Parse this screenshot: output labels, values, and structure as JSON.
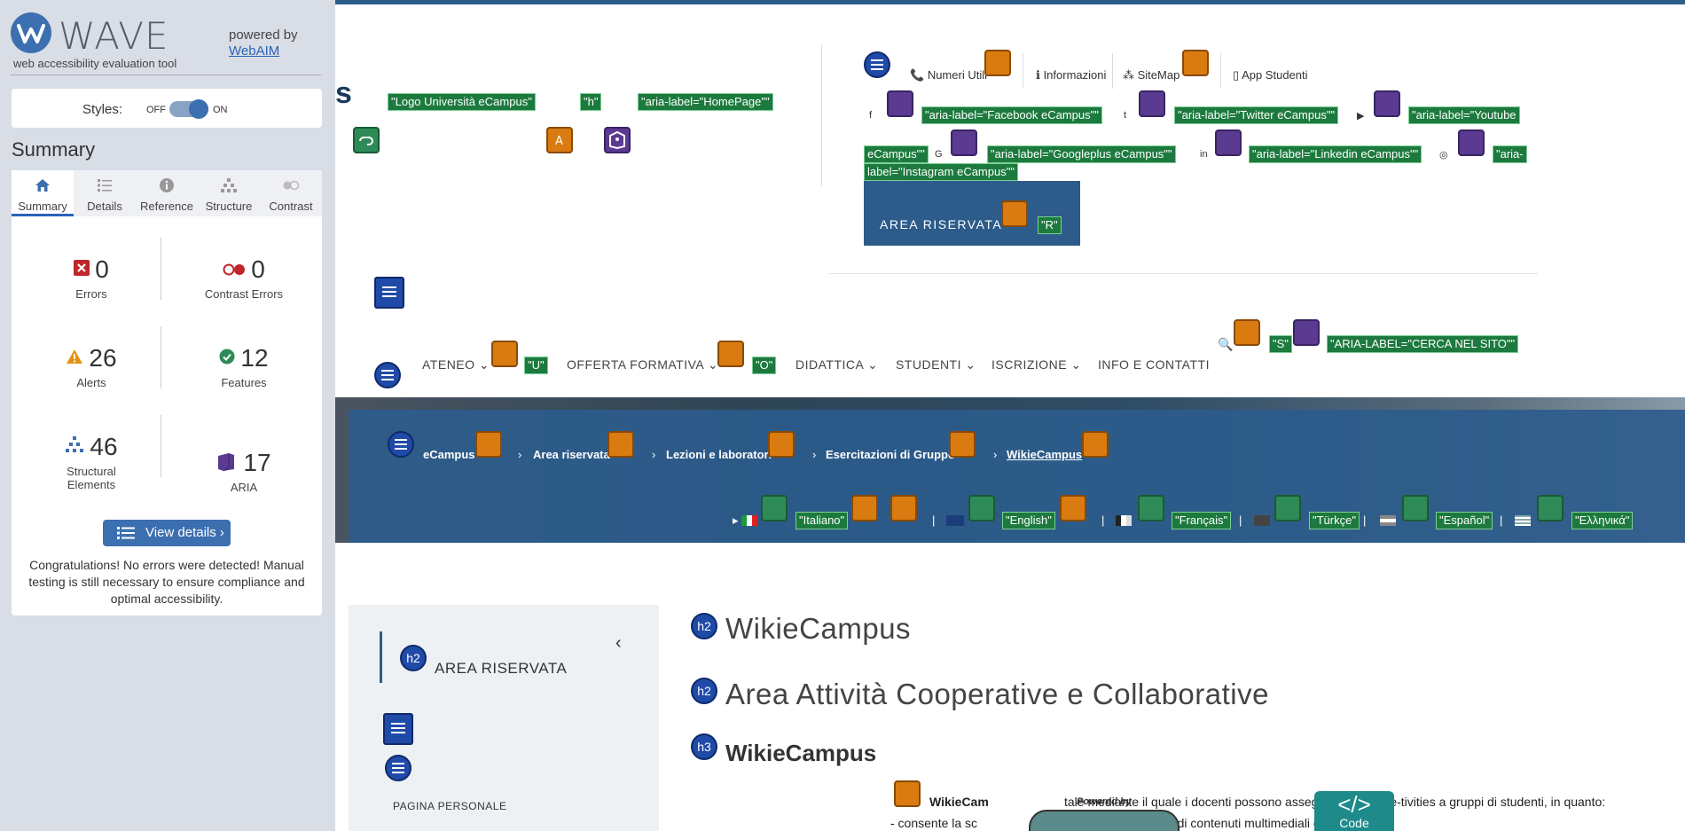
{
  "wave": {
    "brand": "WAVE",
    "subtitle": "web accessibility evaluation tool",
    "powered_by": "powered by",
    "webaim": "WebAIM",
    "styles_label": "Styles:",
    "styles_off": "OFF",
    "styles_on": "ON",
    "summary_heading": "Summary",
    "tabs": [
      {
        "label": "Summary",
        "icon": "home-icon"
      },
      {
        "label": "Details",
        "icon": "list-icon"
      },
      {
        "label": "Reference",
        "icon": "info-icon"
      },
      {
        "label": "Structure",
        "icon": "structure-icon"
      },
      {
        "label": "Contrast",
        "icon": "contrast-icon"
      }
    ],
    "stats": {
      "errors": {
        "value": "0",
        "label": "Errors"
      },
      "contrast_errors": {
        "value": "0",
        "label": "Contrast Errors"
      },
      "alerts": {
        "value": "26",
        "label": "Alerts"
      },
      "features": {
        "value": "12",
        "label": "Features"
      },
      "structural": {
        "value": "46",
        "label_1": "Structural",
        "label_2": "Elements"
      },
      "aria": {
        "value": "17",
        "label": "ARIA"
      }
    },
    "view_details": "View details ›",
    "congrats": "Congratulations! No errors were detected! Manual testing is still necessary to ensure compliance and optimal accessibility."
  },
  "page": {
    "logo_s": "s",
    "header_tags": [
      "\"Logo Università eCampus\"",
      "\"h\"",
      "\"aria-label=\"HomePage\"\""
    ],
    "top_links": [
      "Numeri Utili",
      "Informazioni",
      "SiteMap",
      "App Studenti"
    ],
    "social_tags": {
      "facebook": "\"aria-label=\"Facebook eCampus\"\"",
      "twitter": "\"aria-label=\"Twitter eCampus\"\"",
      "youtube_1": "\"aria-label=\"Youtube",
      "youtube_2": "eCampus\"\"",
      "googleplus": "\"aria-label=\"Googleplus eCampus\"\"",
      "linkedin": "\"aria-label=\"Linkedin eCampus\"\"",
      "instagram_1": "\"aria-",
      "instagram_2": "label=\"Instagram eCampus\"\""
    },
    "area_riservata_btn": "AREA RISERVATA",
    "area_tag": "\"R\"",
    "menu": [
      {
        "label": "ATENEO",
        "tag": "\"U\""
      },
      {
        "label": "OFFERTA FORMATIVA",
        "tag": "\"O\""
      },
      {
        "label": "DIDATTICA"
      },
      {
        "label": "STUDENTI"
      },
      {
        "label": "ISCRIZIONE"
      },
      {
        "label": "INFO E CONTATTI"
      }
    ],
    "search_tag_s": "\"S\"",
    "search_tag_label": "\"ARIA-LABEL=\"CERCA NEL SITO\"\"",
    "breadcrumb": [
      "eCampus",
      "Area riservata",
      "Lezioni e laboratori",
      "Esercitazioni di Gruppo",
      "WikieCampus"
    ],
    "languages": [
      "\"Italiano\"",
      "\"English\"",
      "\"Français\"",
      "\"Türkçe\"",
      "\"Español\"",
      "\"Ελληνικά\""
    ],
    "sidebar_h2": "AREA RISERVATA",
    "pagina_personale": "PAGINA PERSONALE",
    "h2_title": "WikieCampus",
    "h2_sub": "Area Attività Cooperative e Collaborative",
    "h3_title": "WikieCampus",
    "body_1_bold": "WikieCam",
    "body_1_rest": "tale mediante il quale i docenti possono assegnare diverse e-tivities a gruppi di studenti,  in quanto:",
    "body_2_a": "- consente la sc",
    "body_2_b": "iva e/o collaborativa di contenuti multimediali online;",
    "powered_by_small": "Powered by",
    "code_glyph": "</>",
    "code_label": "Code",
    "h2_badge": "h2",
    "h3_badge": "h3"
  }
}
